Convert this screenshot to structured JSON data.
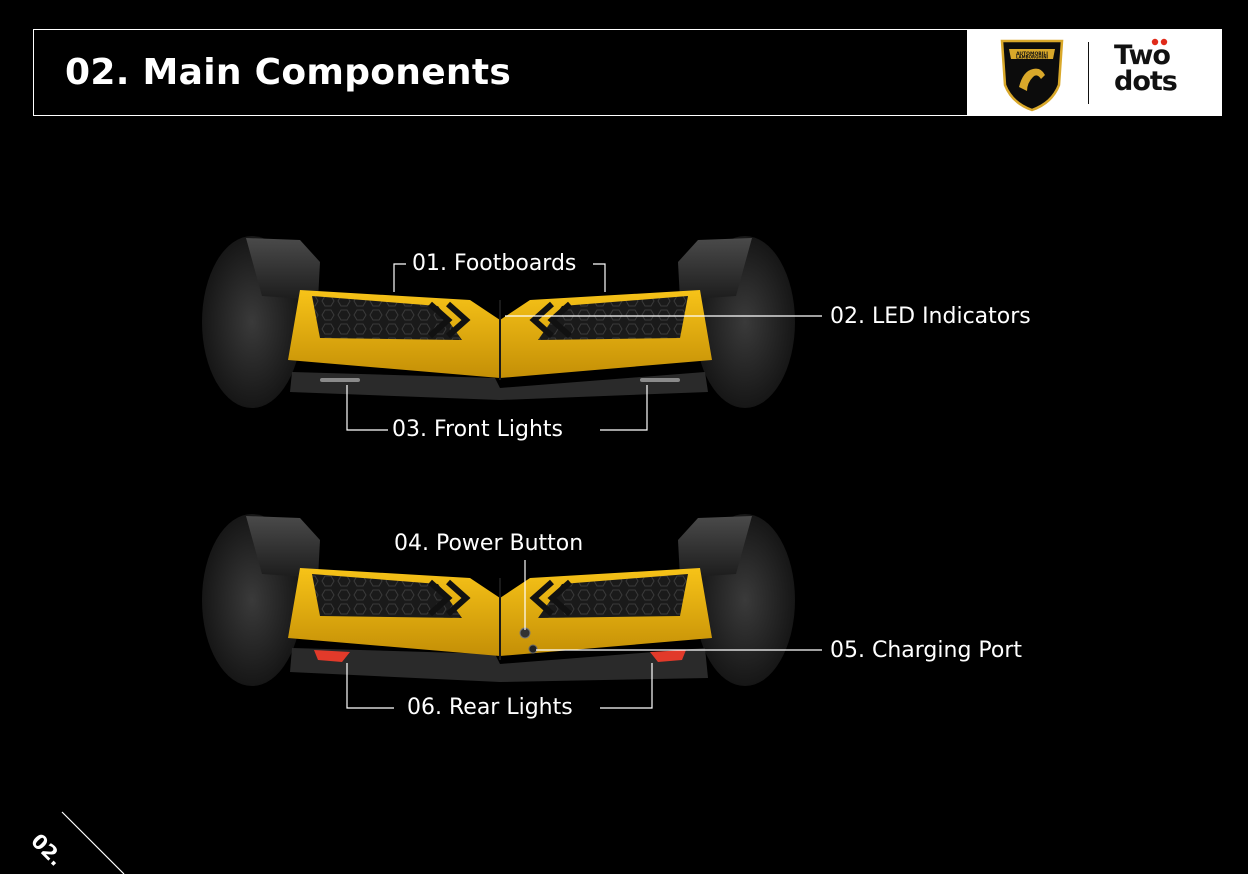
{
  "header": {
    "title": "02. Main Components",
    "brand_logo_name": "lamborghini-shield-logo",
    "brand_logo_text": "AUTOMOBILI LAMBORGHINI",
    "partner_logo_line1": "Two",
    "partner_logo_line2": "dots"
  },
  "labels": {
    "footboards": "01. Footboards",
    "led_indicators": "02. LED Indicators",
    "front_lights": "03. Front Lights",
    "power_button": "04. Power Button",
    "charging_port": "05. Charging Port",
    "rear_lights": "06. Rear Lights"
  },
  "page_marker": "02.",
  "colors": {
    "background": "#000000",
    "body_yellow": "#f2b90c",
    "body_yellow_dark": "#c48f06",
    "rear_light": "#e23a2a",
    "logo_gold": "#d9a82a"
  }
}
